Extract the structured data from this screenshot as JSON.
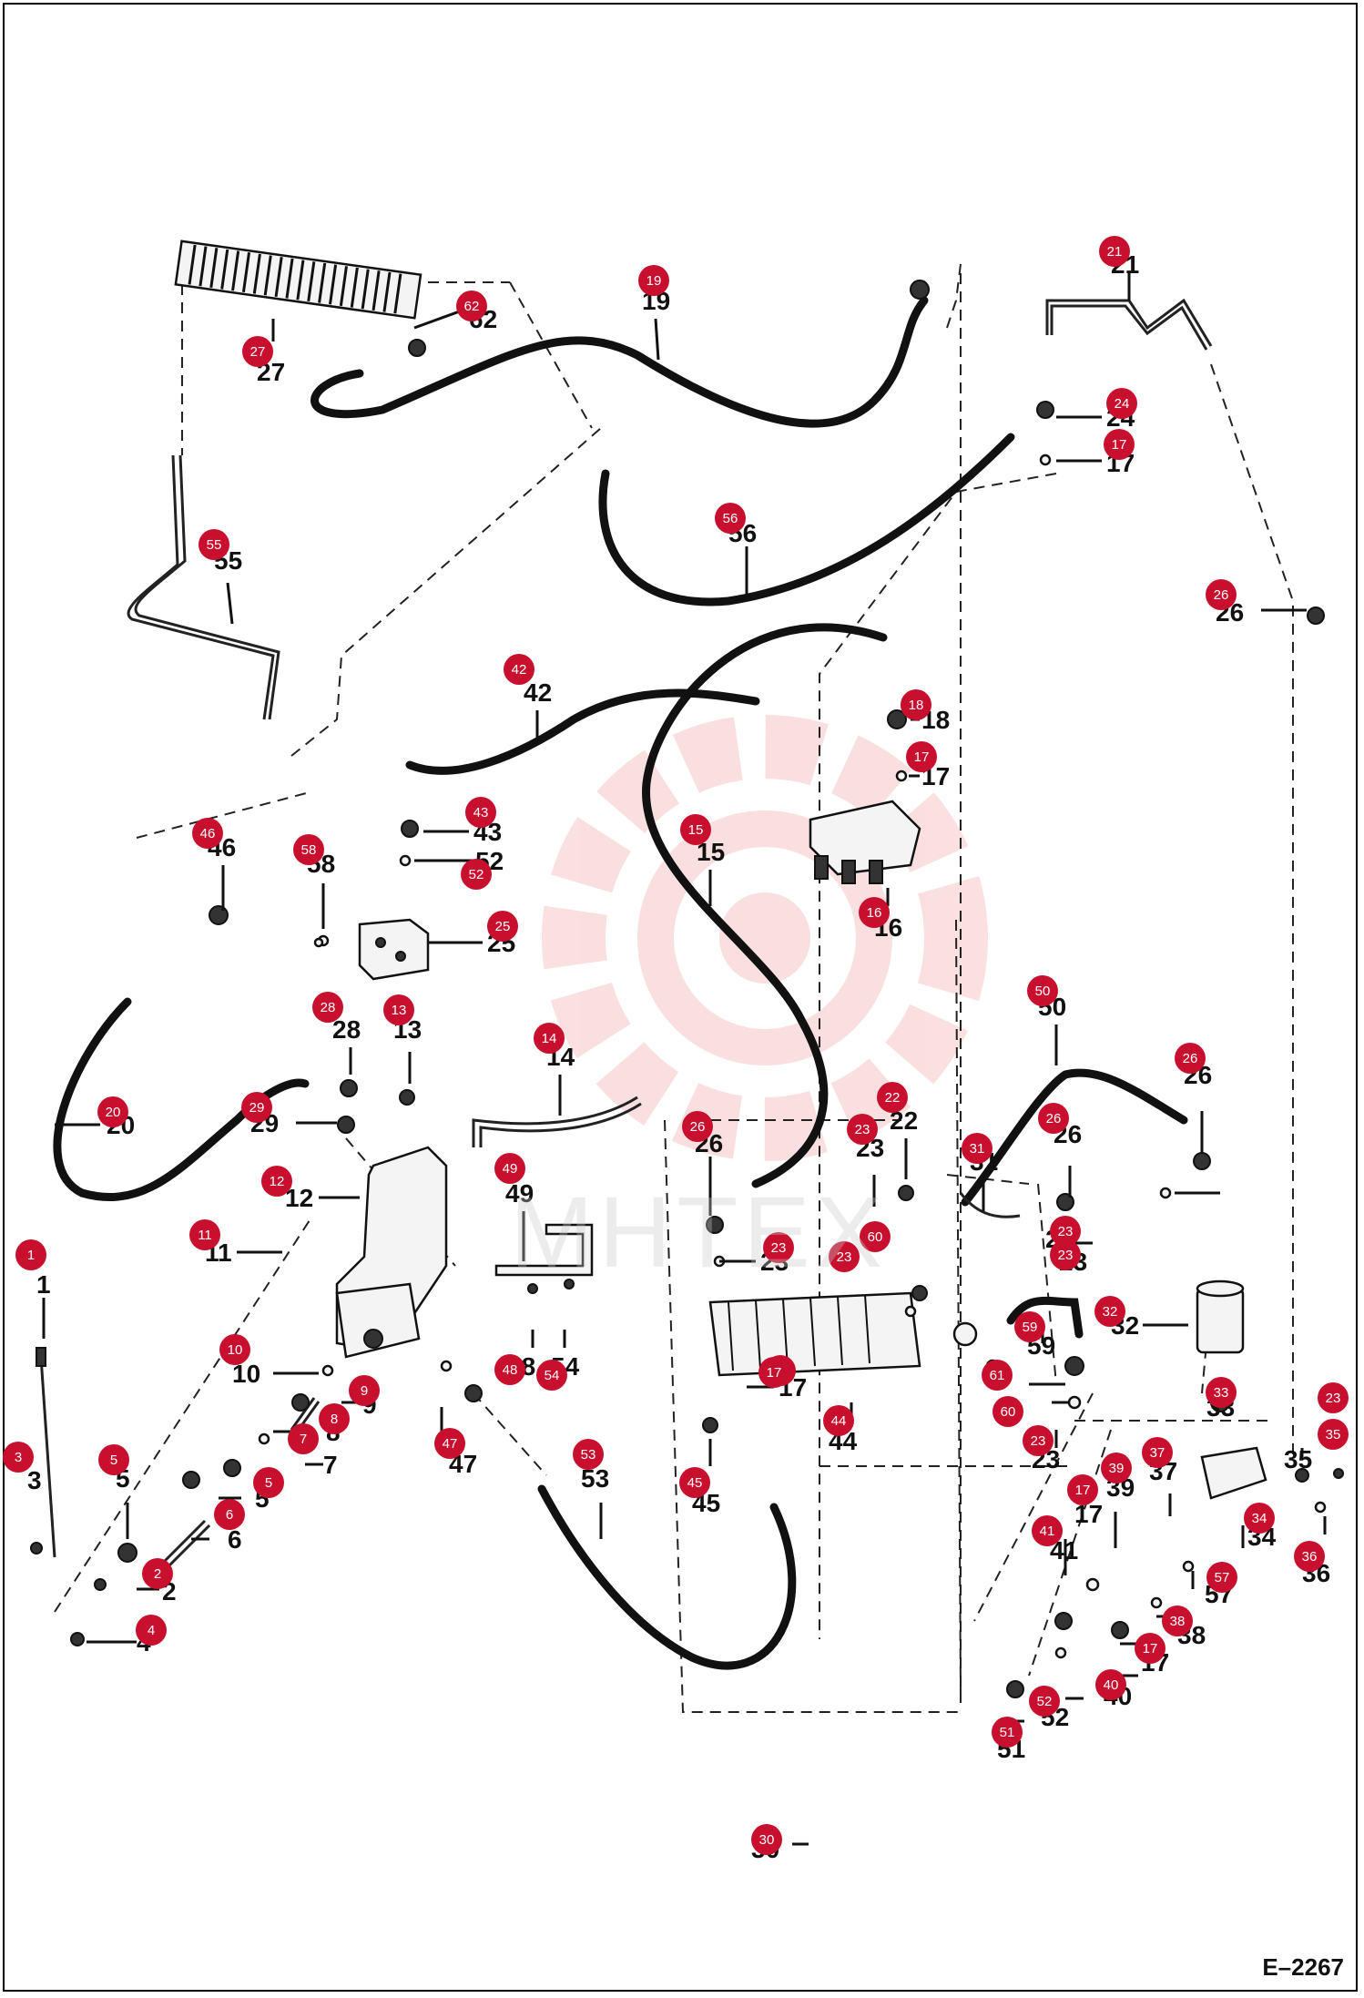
{
  "drawing_ref": "E–2267",
  "watermark": "MHTEX",
  "colors": {
    "badge": "#c8102e",
    "watermark": "#e87070",
    "line": "#111111"
  },
  "callouts": [
    {
      "n": "19"
    },
    {
      "n": "21"
    },
    {
      "n": "62"
    },
    {
      "n": "27"
    },
    {
      "n": "24"
    },
    {
      "n": "17"
    },
    {
      "n": "56"
    },
    {
      "n": "55"
    },
    {
      "n": "26"
    },
    {
      "n": "42"
    },
    {
      "n": "18"
    },
    {
      "n": "17"
    },
    {
      "n": "46"
    },
    {
      "n": "58"
    },
    {
      "n": "43"
    },
    {
      "n": "52"
    },
    {
      "n": "25"
    },
    {
      "n": "15"
    },
    {
      "n": "16"
    },
    {
      "n": "28"
    },
    {
      "n": "13"
    },
    {
      "n": "14"
    },
    {
      "n": "50"
    },
    {
      "n": "20"
    },
    {
      "n": "29"
    },
    {
      "n": "26"
    },
    {
      "n": "22"
    },
    {
      "n": "23"
    },
    {
      "n": "26"
    },
    {
      "n": "31"
    },
    {
      "n": "12"
    },
    {
      "n": "49"
    },
    {
      "n": "26"
    },
    {
      "n": "23"
    },
    {
      "n": "23"
    },
    {
      "n": "11"
    },
    {
      "n": "60"
    },
    {
      "n": "23"
    },
    {
      "n": "23"
    },
    {
      "n": "1"
    },
    {
      "n": "48"
    },
    {
      "n": "54"
    },
    {
      "n": "32"
    },
    {
      "n": "59"
    },
    {
      "n": "10"
    },
    {
      "n": "61"
    },
    {
      "n": "17"
    },
    {
      "n": "9"
    },
    {
      "n": "60"
    },
    {
      "n": "33"
    },
    {
      "n": "8"
    },
    {
      "n": "17"
    },
    {
      "n": "44"
    },
    {
      "n": "23"
    },
    {
      "n": "23"
    },
    {
      "n": "7"
    },
    {
      "n": "47"
    },
    {
      "n": "35"
    },
    {
      "n": "3"
    },
    {
      "n": "5"
    },
    {
      "n": "53"
    },
    {
      "n": "37"
    },
    {
      "n": "5"
    },
    {
      "n": "45"
    },
    {
      "n": "39"
    },
    {
      "n": "17"
    },
    {
      "n": "6"
    },
    {
      "n": "34"
    },
    {
      "n": "41"
    },
    {
      "n": "36"
    },
    {
      "n": "2"
    },
    {
      "n": "57"
    },
    {
      "n": "38"
    },
    {
      "n": "4"
    },
    {
      "n": "17"
    },
    {
      "n": "40"
    },
    {
      "n": "52"
    },
    {
      "n": "51"
    },
    {
      "n": "30"
    }
  ],
  "labels": [
    {
      "t": "19"
    },
    {
      "t": "21"
    },
    {
      "t": "62"
    },
    {
      "t": "27"
    },
    {
      "t": "24"
    },
    {
      "t": "17"
    },
    {
      "t": "56"
    },
    {
      "t": "55"
    },
    {
      "t": "26"
    },
    {
      "t": "42"
    },
    {
      "t": "18"
    },
    {
      "t": "17"
    },
    {
      "t": "46"
    },
    {
      "t": "58"
    },
    {
      "t": "43"
    },
    {
      "t": "52"
    },
    {
      "t": "25"
    },
    {
      "t": "15"
    },
    {
      "t": "16"
    },
    {
      "t": "28"
    },
    {
      "t": "13"
    },
    {
      "t": "14"
    },
    {
      "t": "50"
    },
    {
      "t": "20"
    },
    {
      "t": "29"
    },
    {
      "t": "26"
    },
    {
      "t": "22"
    },
    {
      "t": "23"
    },
    {
      "t": "26"
    },
    {
      "t": "31"
    },
    {
      "t": "12"
    },
    {
      "t": "49"
    },
    {
      "t": "26"
    },
    {
      "t": "23"
    },
    {
      "t": "23"
    },
    {
      "t": "11"
    },
    {
      "t": "23"
    },
    {
      "t": "1"
    },
    {
      "t": "48"
    },
    {
      "t": "54"
    },
    {
      "t": "32"
    },
    {
      "t": "59"
    },
    {
      "t": "10"
    },
    {
      "t": "17"
    },
    {
      "t": "9"
    },
    {
      "t": "33"
    },
    {
      "t": "8"
    },
    {
      "t": "44"
    },
    {
      "t": "23"
    },
    {
      "t": "7"
    },
    {
      "t": "47"
    },
    {
      "t": "35"
    },
    {
      "t": "3"
    },
    {
      "t": "5"
    },
    {
      "t": "53"
    },
    {
      "t": "37"
    },
    {
      "t": "5"
    },
    {
      "t": "45"
    },
    {
      "t": "39"
    },
    {
      "t": "17"
    },
    {
      "t": "6"
    },
    {
      "t": "34"
    },
    {
      "t": "41"
    },
    {
      "t": "36"
    },
    {
      "t": "2"
    },
    {
      "t": "57"
    },
    {
      "t": "38"
    },
    {
      "t": "4"
    },
    {
      "t": "17"
    },
    {
      "t": "40"
    },
    {
      "t": "52"
    },
    {
      "t": "51"
    },
    {
      "t": "30"
    }
  ]
}
